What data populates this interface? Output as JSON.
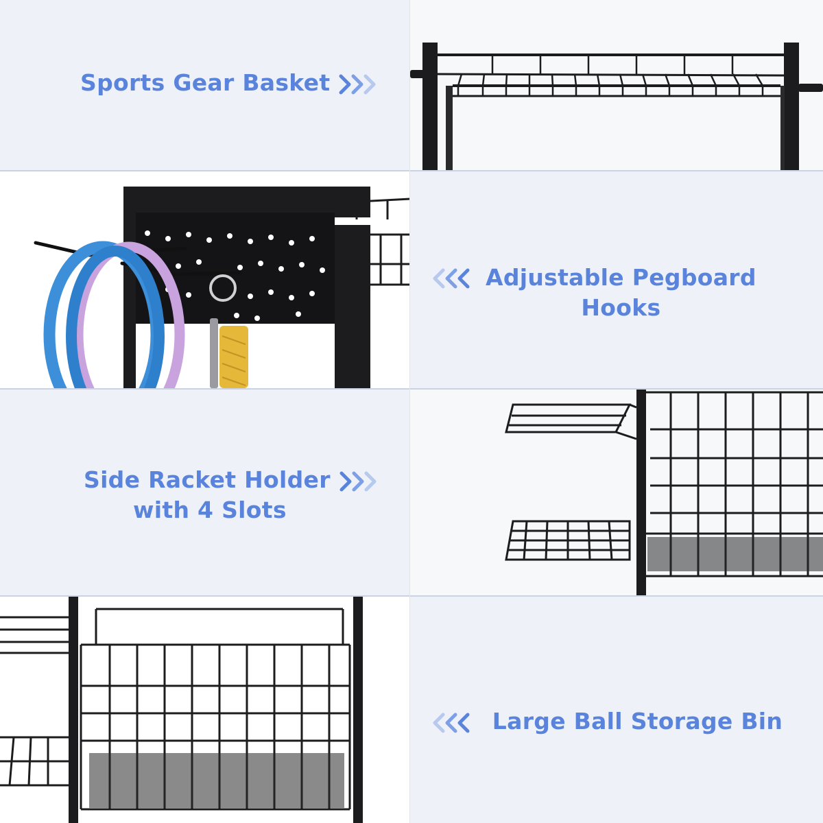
{
  "colors": {
    "caption": "#5a84dc",
    "panel_background": "#eef2f8",
    "arrow_light": "#b7c9ee",
    "metal": "#1c1c1e"
  },
  "features": [
    {
      "text": "Sports Gear Basket",
      "arrow_icon": "chevrons-right-icon",
      "photo": "top wire sports gear basket"
    },
    {
      "lines": [
        "Adjustable Pegboard",
        "Hooks"
      ],
      "arrow_icon": "chevrons-left-icon",
      "photo": "pegboard hooks holding hoops and keychain"
    },
    {
      "lines": [
        "Side Racket Holder",
        "with 4 Slots"
      ],
      "arrow_icon": "chevrons-right-icon",
      "photo": "side wire racket holders"
    },
    {
      "text": "Large Ball Storage Bin",
      "arrow_icon": "chevrons-left-icon",
      "photo": "large wire ball storage bin"
    }
  ]
}
